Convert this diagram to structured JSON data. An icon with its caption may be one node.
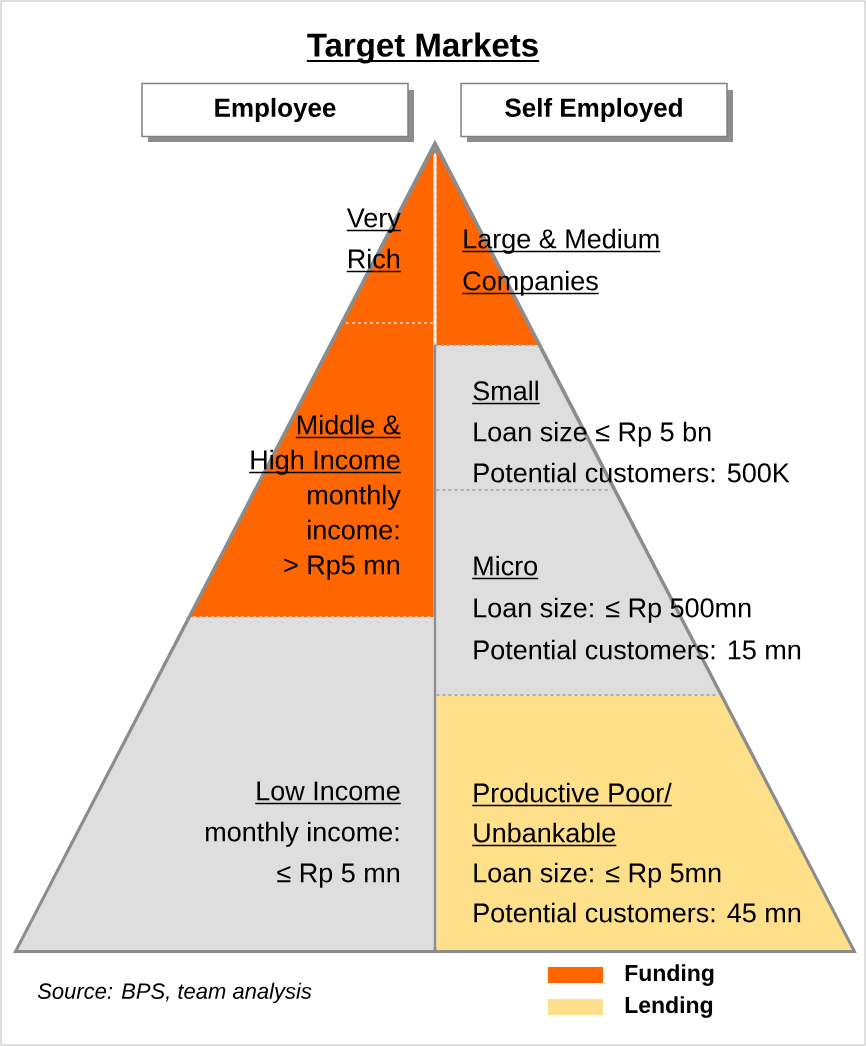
{
  "diagram": {
    "title": "Target Markets",
    "caption": "Source: BPS, team analysis",
    "nodes": [
      {
        "text": [
          "Employee"
        ]
      },
      {
        "text": [
          "Self Employed"
        ]
      },
      {
        "text": [
          "Very Rich"
        ]
      },
      {
        "text": [
          "Middle & High Income",
          "monthly income:",
          "> Rp5 mn"
        ]
      },
      {
        "text": [
          "Low Income",
          "monthly income:",
          "≤ Rp 5 mn"
        ]
      },
      {
        "text": [
          "Large & Medium Companies"
        ]
      },
      {
        "text": [
          "Small",
          "Loan size ≤ Rp 5 bn",
          "Potential customers: 500K"
        ]
      },
      {
        "text": [
          "Micro",
          "Loan size: ≤ Rp 500mn",
          "Potential customers: 15 mn"
        ]
      },
      {
        "text": [
          "Productive Poor/ Unbankable",
          "Loan size: ≤ Rp 5mn",
          "Potential customers: 45 mn"
        ]
      }
    ],
    "legend": [
      {
        "text": "Funding",
        "color": "#ff6600"
      },
      {
        "text": "Lending",
        "color": "#ffe08a"
      }
    ]
  }
}
